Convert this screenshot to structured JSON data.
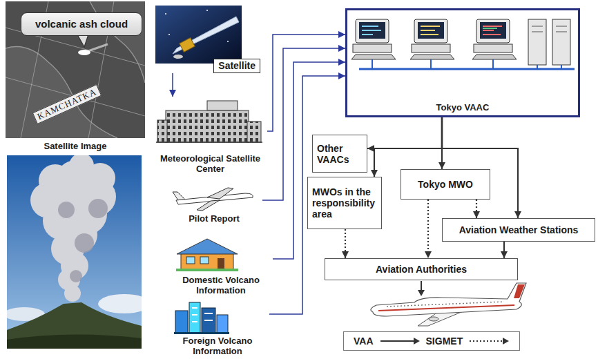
{
  "diagram": {
    "nodes": [
      {
        "text": [
          "volcanic ash cloud"
        ]
      },
      {
        "text": [
          "Satellite"
        ]
      },
      {
        "text": [
          "Tokyo VAAC"
        ]
      },
      {
        "text": [
          "Meteorological Satellite Center"
        ]
      },
      {
        "text": [
          "Other VAACs"
        ]
      },
      {
        "text": [
          "Pilot Report"
        ]
      },
      {
        "text": [
          "MWOs in the responsibility area"
        ]
      },
      {
        "text": [
          "Tokyo MWO"
        ]
      },
      {
        "text": [
          "Aviation Weather Stations"
        ]
      },
      {
        "text": [
          "Domestic Volcano Information"
        ]
      },
      {
        "text": [
          "Aviation Authorities"
        ]
      },
      {
        "text": [
          "Foreign Volcano Information"
        ]
      }
    ],
    "edges": [
      {
        "from": 1,
        "to": 3,
        "arrow": "to"
      },
      {
        "from": 3,
        "to": 2,
        "arrow": "to"
      },
      {
        "from": 5,
        "to": 2,
        "arrow": "to"
      },
      {
        "from": 9,
        "to": 2,
        "arrow": "to"
      },
      {
        "from": 11,
        "to": 2,
        "arrow": "to"
      },
      {
        "from": 2,
        "to": 4,
        "arrow": "to"
      },
      {
        "from": 2,
        "to": 6,
        "arrow": "to"
      },
      {
        "from": 2,
        "to": 7,
        "arrow": "to"
      },
      {
        "from": 2,
        "to": 8,
        "arrow": "to"
      },
      {
        "from": 7,
        "to": 10,
        "arrow": "to"
      },
      {
        "from": 7,
        "to": 8,
        "arrow": "to"
      },
      {
        "from": 6,
        "to": 10,
        "arrow": "to"
      },
      {
        "from": 8,
        "to": 10,
        "arrow": "to"
      }
    ],
    "labels": [
      "KAMCHATKA",
      "Satellite Image"
    ],
    "legend": [
      {
        "text": "VAA"
      },
      {
        "text": "SIGMET"
      }
    ]
  }
}
